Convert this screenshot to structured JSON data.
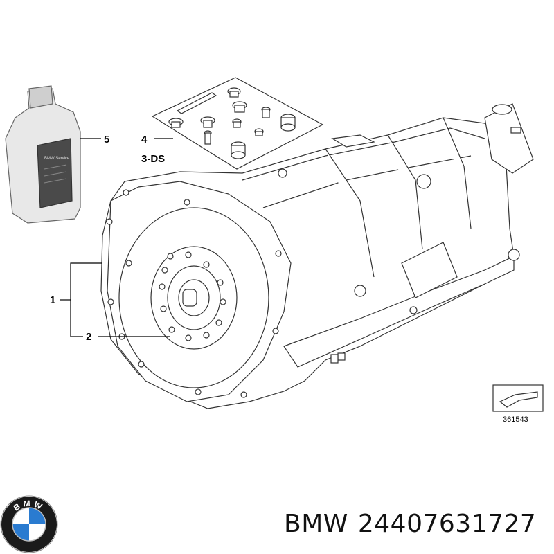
{
  "callouts": [
    {
      "id": "1",
      "label": "1"
    },
    {
      "id": "2",
      "label": "2"
    },
    {
      "id": "3",
      "label": "3-DS"
    },
    {
      "id": "4",
      "label": "4"
    },
    {
      "id": "5",
      "label": "5"
    }
  ],
  "bottle": {
    "label_text": "BMW Service"
  },
  "reference_number": "361543",
  "footer": {
    "brand": "BMW",
    "part_number": "24407631727"
  },
  "logo": {
    "letters": "BMW",
    "colors": {
      "ring": "#1a1a1a",
      "blue": "#2a7bd0",
      "white": "#ffffff"
    }
  }
}
